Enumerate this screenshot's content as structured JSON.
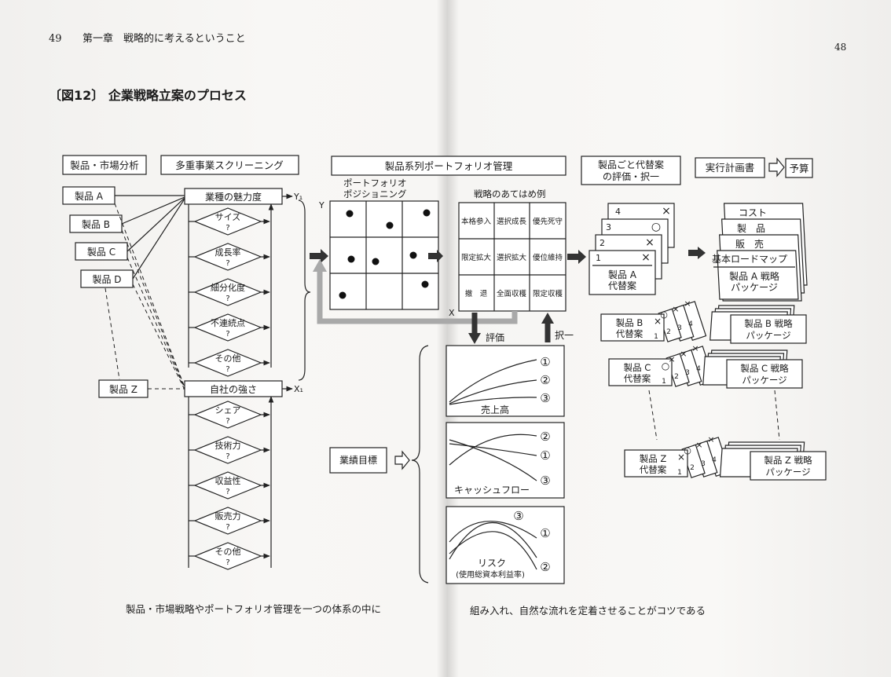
{
  "header": {
    "left_page_num": "49",
    "chapter": "第一章　戦略的に考えるということ",
    "right_page_num": "48"
  },
  "figure_title": "〔図12〕 企業戦略立案のプロセス",
  "columns": {
    "market_analysis": "製品・市場分析",
    "screening": "多重事業スクリーニング",
    "portfolio": "製品系列ポートフォリオ管理",
    "alternatives_l1": "製品ごと代替案",
    "alternatives_l2": "の評価・択一",
    "action_plan": "実行計画書",
    "budget": "予算"
  },
  "products": [
    "製品 A",
    "製品 B",
    "製品 C",
    "製品 D"
  ],
  "product_z": "製品 Z",
  "industry": {
    "title": "業種の魅力度",
    "axis": "Y₁",
    "criteria": [
      {
        "label": "サイズ",
        "q": "?"
      },
      {
        "label": "成長率",
        "q": "?"
      },
      {
        "label": "細分化度",
        "q": "?"
      },
      {
        "label": "不連続点",
        "q": "?"
      },
      {
        "label": "その他",
        "q": "?"
      }
    ]
  },
  "strength": {
    "title": "自社の強さ",
    "axis": "X₁",
    "criteria": [
      {
        "label": "シェア",
        "q": "?"
      },
      {
        "label": "技術力",
        "q": "?"
      },
      {
        "label": "収益性",
        "q": "?"
      },
      {
        "label": "販売力",
        "q": "?"
      },
      {
        "label": "その他",
        "q": "?"
      }
    ]
  },
  "positioning": {
    "title_l1": "ポートフォリオ",
    "title_l2": "ポジショニング",
    "axis_y": "Y",
    "axis_x": "X"
  },
  "strategy": {
    "title": "戦略のあてはめ例",
    "cells": [
      [
        "本格参入",
        "選択成長",
        "優先死守"
      ],
      [
        "限定拡大",
        "選択拡大",
        "優位維持"
      ],
      [
        "撤　退",
        "全面収穫",
        "限定収穫"
      ]
    ]
  },
  "evaluate": "評価",
  "select": "択一",
  "targets": "業績目標",
  "curves": {
    "sales": {
      "label": "売上高",
      "nums": [
        "①",
        "②",
        "③"
      ]
    },
    "cash": {
      "label": "キャッシュフロー",
      "nums": [
        "②",
        "①",
        "③"
      ]
    },
    "risk": {
      "label": "リスク",
      "sub": "(使用総資本利益率)",
      "nums": [
        "③",
        "①",
        "②"
      ]
    }
  },
  "alt_a": {
    "items": [
      {
        "num": "4",
        "mark": "×"
      },
      {
        "num": "3",
        "mark": "○"
      },
      {
        "num": "2",
        "mark": "×"
      },
      {
        "num": "1",
        "mark": "×"
      }
    ],
    "name_l1": "製品 A",
    "name_l2": "代替案"
  },
  "alt_b": {
    "name_l1": "製品 B",
    "name_l2": "代替案",
    "marks": [
      "×",
      "○",
      "×",
      "×"
    ],
    "nums": [
      "1",
      "2",
      "3",
      "4"
    ]
  },
  "alt_c": {
    "name_l1": "製品 C",
    "name_l2": "代替案",
    "marks": [
      "○",
      "×",
      "×",
      "×"
    ],
    "nums": [
      "1",
      "2",
      "3",
      "4"
    ]
  },
  "alt_z": {
    "name_l1": "製品 Z",
    "name_l2": "代替案",
    "marks": [
      "×",
      "○",
      "×",
      "×"
    ],
    "nums": [
      "1",
      "2",
      "3",
      "4"
    ]
  },
  "plan_a": {
    "items": [
      "コスト",
      "製　品",
      "販　売",
      "基本ロードマップ"
    ],
    "name_l1": "製品 A 戦略",
    "name_l2": "パッケージ"
  },
  "plan_b": {
    "name_l1": "製品 B 戦略",
    "name_l2": "パッケージ"
  },
  "plan_c": {
    "name_l1": "製品 C 戦略",
    "name_l2": "パッケージ"
  },
  "plan_z": {
    "name_l1": "製品 Z 戦略",
    "name_l2": "パッケージ"
  },
  "caption": {
    "left": "製品・市場戦略やポートフォリオ管理を一つの体系の中に",
    "right": "組み入れ、自然な流れを定着させることがコツである"
  }
}
